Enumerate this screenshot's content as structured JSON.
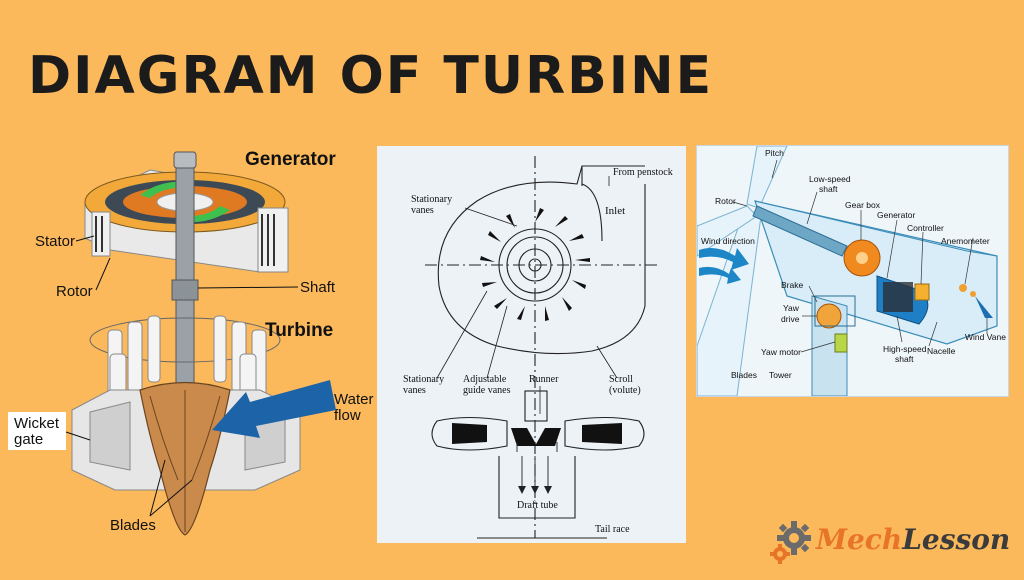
{
  "title": "DIAGRAM OF TURBINE",
  "hydro": {
    "generator": "Generator",
    "stator": "Stator",
    "rotor": "Rotor",
    "shaft": "Shaft",
    "turbine": "Turbine",
    "water_flow_1": "Water",
    "water_flow_2": "flow",
    "wicket_1": "Wicket",
    "wicket_2": "gate",
    "blades": "Blades"
  },
  "francis": {
    "from_penstock": "From penstock",
    "inlet": "Inlet",
    "stationary_vanes_top_1": "Stationary",
    "stationary_vanes_top_2": "vanes",
    "stationary_vanes_bottom_1": "Stationary",
    "stationary_vanes_bottom_2": "vanes",
    "adjustable_1": "Adjustable",
    "adjustable_2": "guide vanes",
    "runner": "Runner",
    "scroll_1": "Scroll",
    "scroll_2": "(volute)",
    "draft_tube": "Draft tube",
    "tail_race": "Tail race"
  },
  "wind": {
    "pitch": "Pitch",
    "rotor": "Rotor",
    "low_speed_1": "Low-speed",
    "low_speed_2": "shaft",
    "gear_box": "Gear box",
    "generator": "Generator",
    "controller": "Controller",
    "anemometer": "Anemometer",
    "wind_direction": "Wind direction",
    "brake": "Brake",
    "yaw_drive_1": "Yaw",
    "yaw_drive_2": "drive",
    "wind_vane": "Wind Vane",
    "yaw_motor": "Yaw motor",
    "high_speed_1": "High-speed",
    "high_speed_2": "shaft",
    "nacelle": "Nacelle",
    "blades": "Blades",
    "tower": "Tower"
  },
  "brand": {
    "part1": "Mech",
    "part2": "Lesson"
  },
  "colors": {
    "background": "#FBB95C",
    "water": "#1C63A8",
    "brand_orange": "#E8742A"
  }
}
